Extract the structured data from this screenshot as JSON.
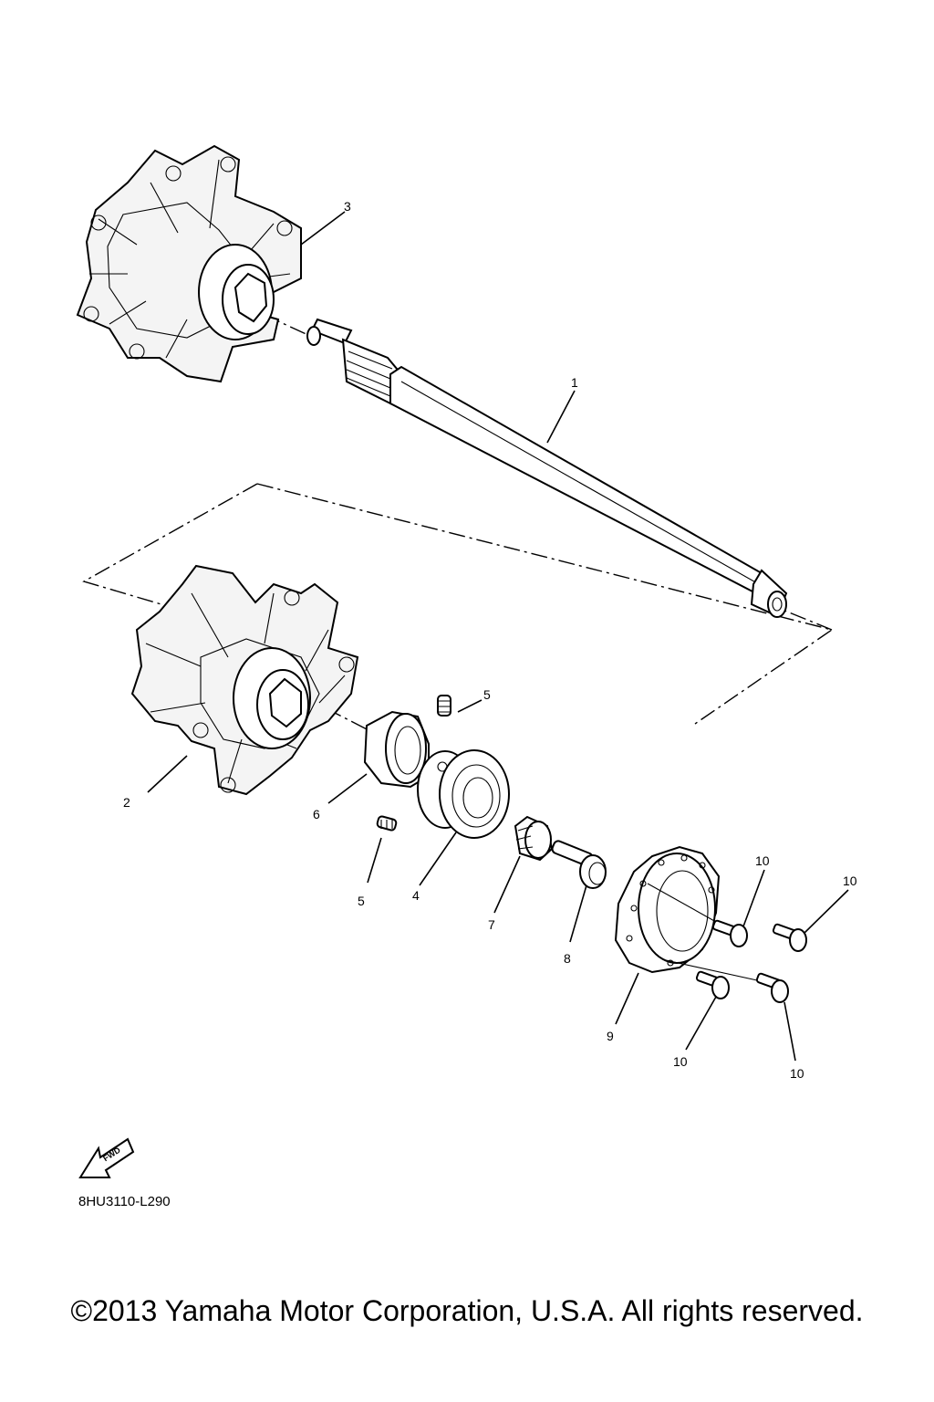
{
  "callouts": {
    "c1": "1",
    "c2": "2",
    "c3": "3",
    "c4": "4",
    "c5a": "5",
    "c5b": "5",
    "c6": "6",
    "c7": "7",
    "c8": "8",
    "c9": "9",
    "c10a": "10",
    "c10b": "10",
    "c10c": "10",
    "c10d": "10"
  },
  "fwd_badge": "FWD",
  "diagram_code": "8HU3110-L290",
  "copyright": "©2013 Yamaha Motor Corporation, U.S.A. All rights reserved."
}
